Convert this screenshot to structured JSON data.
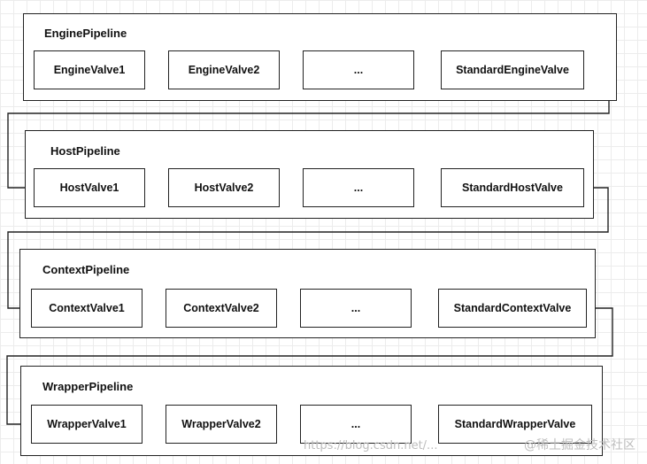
{
  "pipelines": [
    {
      "title": "EnginePipeline",
      "valves": [
        "EngineValve1",
        "EngineValve2",
        "...",
        "StandardEngineValve"
      ]
    },
    {
      "title": "HostPipeline",
      "valves": [
        "HostValve1",
        "HostValve2",
        "...",
        "StandardHostValve"
      ]
    },
    {
      "title": "ContextPipeline",
      "valves": [
        "ContextValve1",
        "ContextValve2",
        "...",
        "StandardContextValve"
      ]
    },
    {
      "title": "WrapperPipeline",
      "valves": [
        "WrapperValve1",
        "WrapperValve2",
        "...",
        "StandardWrapperValve"
      ]
    }
  ],
  "watermark": {
    "url": "https://blog.csdn.net/...",
    "brand": "@稀土掘金技术社区"
  }
}
